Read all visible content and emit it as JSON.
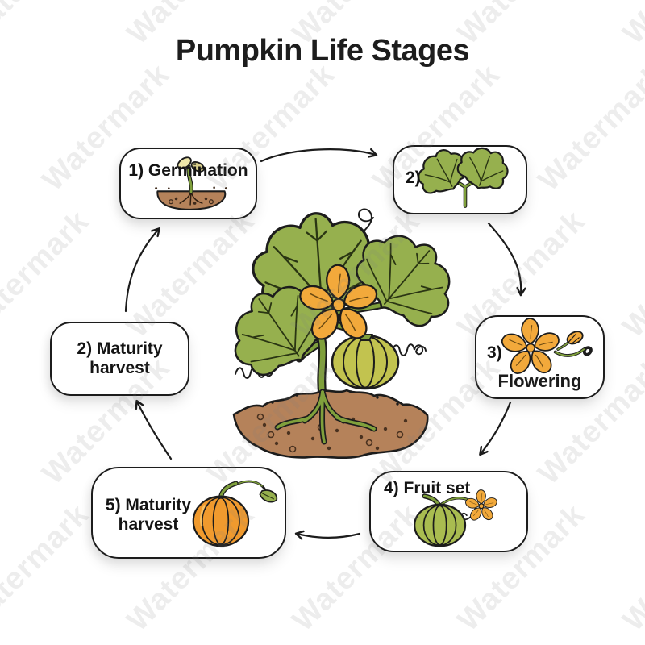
{
  "title": "Pumpkin Life Stages",
  "watermark": {
    "text": "Watermark"
  },
  "colors": {
    "outline": "#1C1C1C",
    "leaf_green": "#96B04E",
    "stem_green": "#7FA03C",
    "flower_orange": "#F2A93B",
    "young_fruit_green": "#C2C34F",
    "fruit_set_green": "#A9BC50",
    "mature_orange": "#F09A2E",
    "soil_brown": "#B5825A",
    "seed_leaf_yellow": "#EDE6A9"
  },
  "stages": [
    {
      "id": "germination",
      "label": "1) Germination",
      "illustration": "seed-sprout-in-soil"
    },
    {
      "id": "seedling",
      "label": "2)",
      "illustration": "two-leaf-seedling"
    },
    {
      "id": "flowering",
      "label": "3)",
      "caption": "Flowering",
      "illustration": "flower-with-bud"
    },
    {
      "id": "fruit-set",
      "label": "4) Fruit set",
      "illustration": "small-green-pumpkin-with-flower"
    },
    {
      "id": "maturity-harvest",
      "label": "5) Maturity",
      "label2": "harvest",
      "illustration": "mature-orange-pumpkin"
    },
    {
      "id": "maturity-left",
      "label": "2) Maturity",
      "label2": "harvest",
      "illustration": "none"
    }
  ],
  "center": {
    "illustration": "pumpkin-plant-with-flower-fruit-roots-in-soil"
  }
}
